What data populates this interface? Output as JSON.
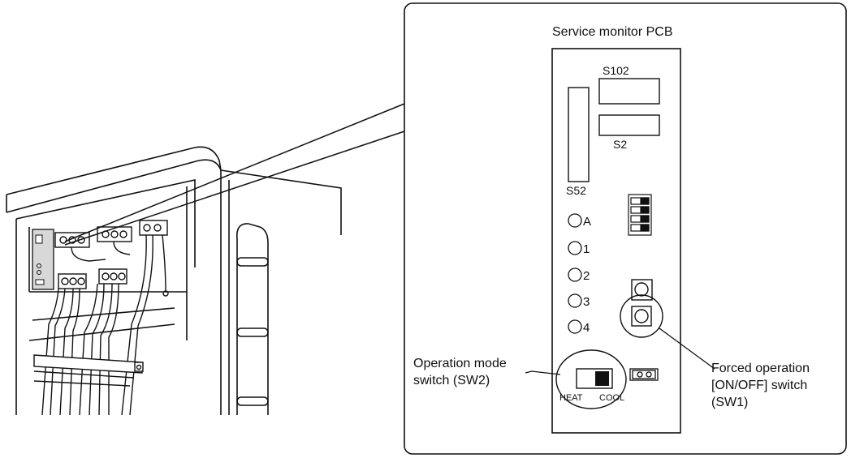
{
  "pcb": {
    "title": "Service monitor PCB",
    "connectors": {
      "s102": "S102",
      "s2": "S2",
      "s52": "S52"
    },
    "leds": [
      "A",
      "1",
      "2",
      "3",
      "4"
    ],
    "sw2_labels": {
      "heat": "HEAT",
      "cool": "COOL"
    }
  },
  "callouts": {
    "sw2": {
      "line1": "Operation mode",
      "line2": "switch (SW2)"
    },
    "sw1": {
      "line1": "Forced operation",
      "line2": "[ON/OFF] switch",
      "line3": "(SW1)"
    }
  },
  "colors": {
    "ink": "#111111",
    "panel": "#d8d8d8"
  }
}
